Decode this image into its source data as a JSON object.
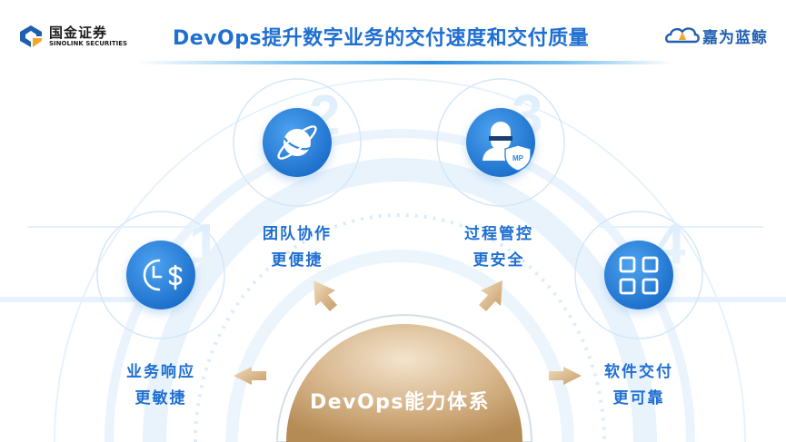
{
  "header": {
    "title": "DevOps提升数字业务的交付速度和交付质量",
    "brand_left_cn": "国金证券",
    "brand_left_en": "SINOLINK SECURITIES",
    "brand_right": "嘉为蓝鲸"
  },
  "pillars": [
    {
      "number": "1",
      "line1": "业务响应",
      "line2": "更敏捷",
      "icon": "clock-dollar-icon"
    },
    {
      "number": "2",
      "line1": "团队协作",
      "line2": "更便捷",
      "icon": "planet-icon"
    },
    {
      "number": "3",
      "line1": "过程管控",
      "line2": "更安全",
      "icon": "shielded-user-icon"
    },
    {
      "number": "4",
      "line1": "软件交付",
      "line2": "更可靠",
      "icon": "grid-squares-icon"
    }
  ],
  "core": {
    "label": "DevOps能力体系"
  },
  "badge_text": "MP",
  "colors": {
    "accent_blue": "#1f6fd1",
    "icon_blue": "#2a86e0",
    "gold": "#c9a676",
    "logo_orange": "#f5a623"
  }
}
